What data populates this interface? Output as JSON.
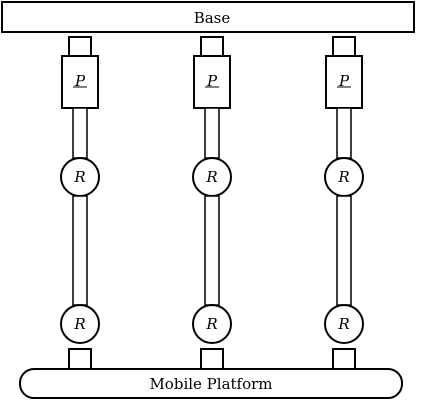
{
  "base": {
    "label": "Base"
  },
  "platform": {
    "label": "Mobile Platform"
  },
  "legs": [
    {
      "prismatic": "P",
      "upper_revolute": "R",
      "lower_revolute": "R"
    },
    {
      "prismatic": "P",
      "upper_revolute": "R",
      "lower_revolute": "R"
    },
    {
      "prismatic": "P",
      "upper_revolute": "R",
      "lower_revolute": "R"
    }
  ]
}
